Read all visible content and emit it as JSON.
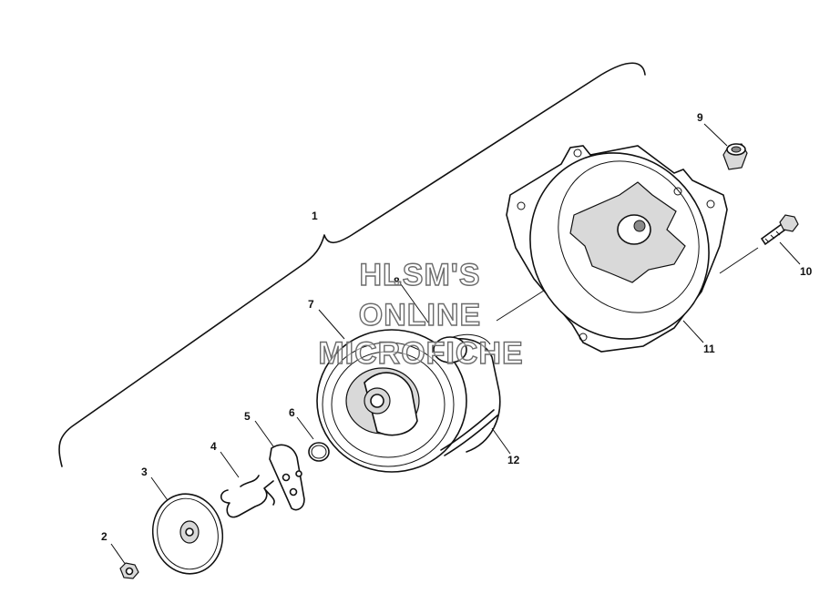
{
  "diagram": {
    "callouts": [
      {
        "id": "1",
        "label": "1"
      },
      {
        "id": "2",
        "label": "2"
      },
      {
        "id": "3",
        "label": "3"
      },
      {
        "id": "4",
        "label": "4"
      },
      {
        "id": "5",
        "label": "5"
      },
      {
        "id": "6",
        "label": "6"
      },
      {
        "id": "7",
        "label": "7"
      },
      {
        "id": "8",
        "label": "8"
      },
      {
        "id": "9",
        "label": "9"
      },
      {
        "id": "10",
        "label": "10"
      },
      {
        "id": "11",
        "label": "11"
      },
      {
        "id": "12",
        "label": "12"
      }
    ],
    "watermark": {
      "line1": "HLSM'S",
      "line2": "ONLINE",
      "line3": "MICROFICHE"
    }
  }
}
